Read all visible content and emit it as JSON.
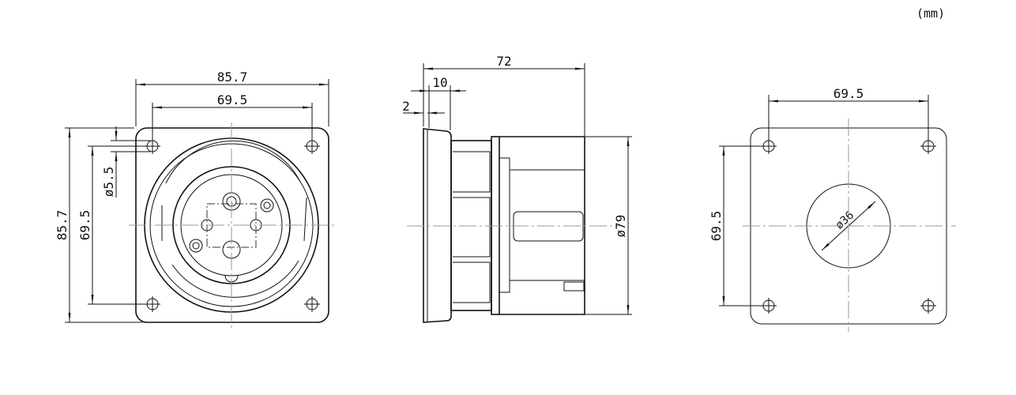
{
  "unit_label": "(mm)",
  "front_view": {
    "width_overall": "85.7",
    "width_holes": "69.5",
    "height_overall": "85.7",
    "height_holes": "69.5",
    "hole_diameter": "ø5.5"
  },
  "side_view": {
    "length_overall": "72",
    "flange_depth": "10",
    "flange_thickness": "2",
    "body_diameter": "ø79"
  },
  "cutout_view": {
    "width_holes": "69.5",
    "height_holes": "69.5",
    "cutout_diameter": "ø36"
  }
}
